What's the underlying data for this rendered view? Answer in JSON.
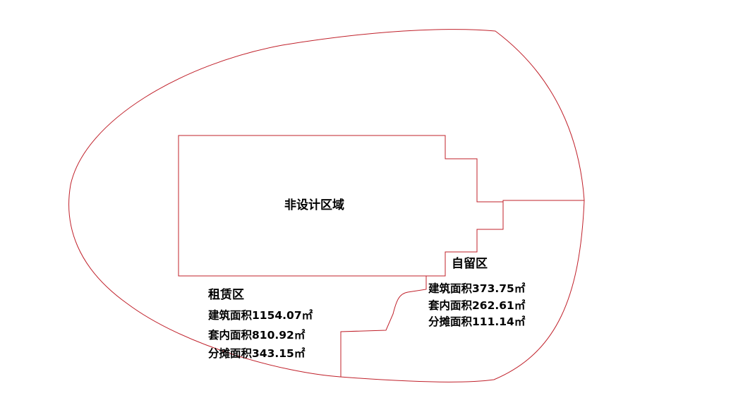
{
  "line_color": "#c0202a",
  "text_color": "#000000",
  "non_design_area": {
    "label": "非设计区域"
  },
  "rental_area": {
    "title": "租赁区",
    "building_area": "建筑面积1154.07㎡",
    "interior_area": "套内面积810.92㎡",
    "shared_area": "分摊面积343.15㎡"
  },
  "reserved_area": {
    "title": "自留区",
    "building_area": "建筑面积373.75㎡",
    "interior_area": "套内面积262.61㎡",
    "shared_area": "分摊面积111.14㎡"
  }
}
